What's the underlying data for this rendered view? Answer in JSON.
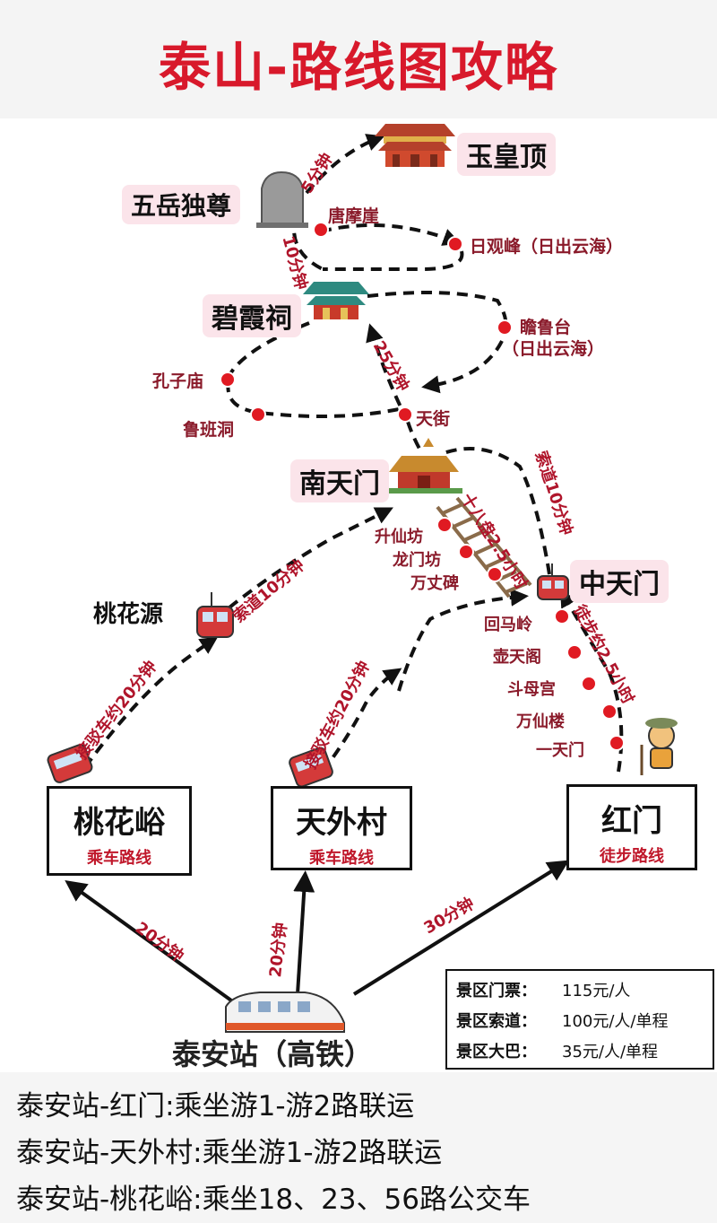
{
  "title": "泰山-路线图攻略",
  "peaks": {
    "yuhuangding": "玉皇顶",
    "wuyue": "五岳独尊",
    "bixia": "碧霞祠",
    "nantianmen": "南天门",
    "zhongtianmen": "中天门",
    "taohuayuan": "桃花源"
  },
  "pois": {
    "tangmoya": "唐摩崖",
    "riguanfeng": "日观峰（日出云海）",
    "zhanlutai": "瞻鲁台",
    "zhanlutai_sub": "（日出云海）",
    "kongzimiao": "孔子庙",
    "lubandong": "鲁班洞",
    "tianjie": "天街",
    "shengxianfang": "升仙坊",
    "longmenfang": "龙门坊",
    "wanzhangbei": "万丈碑",
    "huimaling": "回马岭",
    "hutiange": "壶天阁",
    "doumugong": "斗母宫",
    "wanxianlou": "万仙楼",
    "yitianmen": "一天门"
  },
  "routes": {
    "r5min": "5分钟",
    "r10min": "10分钟",
    "r25min": "25分钟",
    "shibapan": "十八盘2.5小时",
    "suodao_right": "索道10分钟",
    "suodao_left": "索道10分钟",
    "bus_left": "接驳车约20分钟",
    "bus_mid": "接驳车约20分钟",
    "walk": "徒步约2.5小时"
  },
  "stations": {
    "taohuayu": {
      "name": "桃花峪",
      "sub": "乘车路线"
    },
    "tianwaicun": {
      "name": "天外村",
      "sub": "乘车路线"
    },
    "hongmen": {
      "name": "红门",
      "sub": "徒步路线"
    }
  },
  "train": {
    "name": "泰安站（高铁）",
    "t_left": "20分钟",
    "t_mid": "20分钟",
    "t_right": "30分钟"
  },
  "info": {
    "rows": [
      {
        "label": "景区门票：",
        "value": "115元/人"
      },
      {
        "label": "景区索道：",
        "value": "100元/人/单程"
      },
      {
        "label": "景区大巴：",
        "value": "35元/人/单程"
      }
    ]
  },
  "bottom": [
    "泰安站-红门:乘坐游1-游2路联运",
    "泰安站-天外村:乘坐游1-游2路联运",
    "泰安站-桃花峪:乘坐18、23、56路公交车"
  ]
}
